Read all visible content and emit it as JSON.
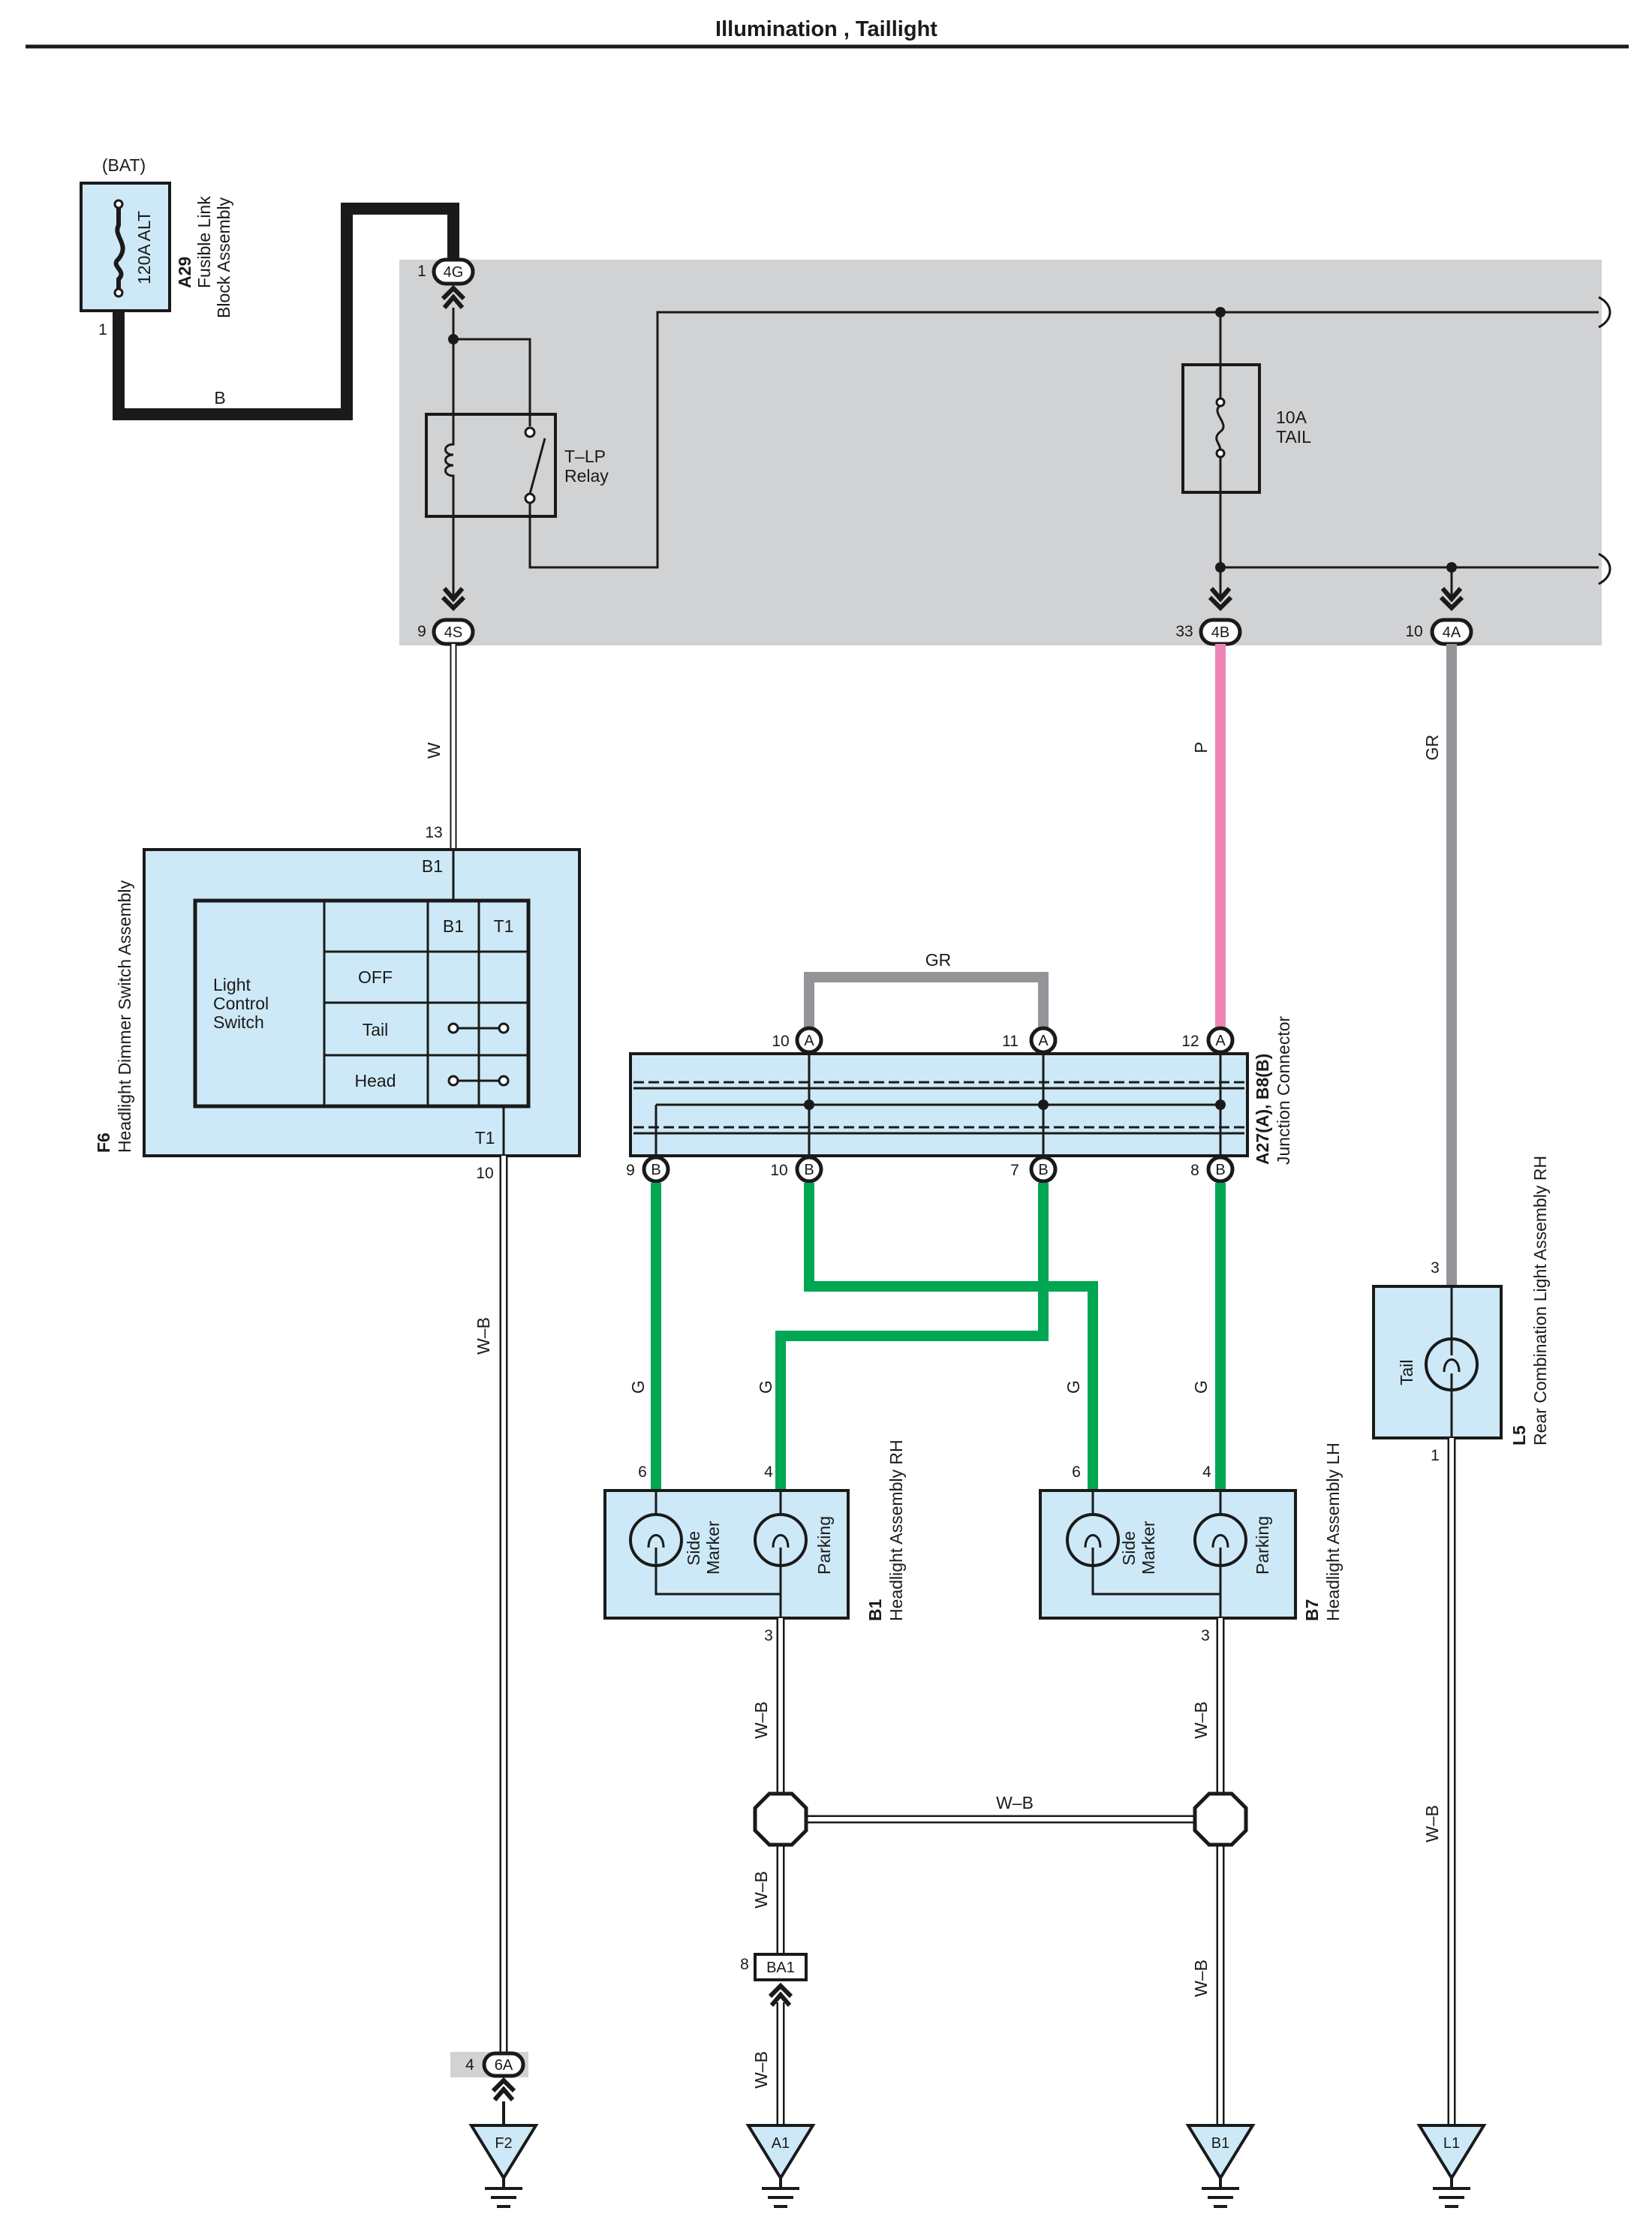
{
  "page": {
    "title": "Illumination , Taillight"
  },
  "colors": {
    "box_fill": "#cde9f7",
    "relay_block": "#d1d2d4",
    "wire_black": "#1a1a1a",
    "wire_pink": "#ef84b6",
    "wire_gray": "#939598",
    "wire_green": "#00a651",
    "wire_white": "#ffffff"
  },
  "fusible_link": {
    "source": "(BAT)",
    "rating": "120A ALT",
    "code": "A29",
    "name_line1": "Fusible Link",
    "name_line2": "Block Assembly",
    "pin": "1"
  },
  "relay_block": {
    "relay_name": "T–LP",
    "relay_word": "Relay",
    "fuse_rating": "10A",
    "fuse_name": "TAIL",
    "connectors": [
      {
        "pin": "1",
        "id": "4G"
      },
      {
        "pin": "9",
        "id": "4S"
      },
      {
        "pin": "33",
        "id": "4B"
      },
      {
        "pin": "10",
        "id": "4A"
      }
    ]
  },
  "wires": {
    "b": "B",
    "w": "W",
    "p": "P",
    "gr": "GR",
    "gr_loop": "GR",
    "g": "G",
    "wb": "W–B"
  },
  "dimmer_switch": {
    "code": "F6",
    "name": "Headlight Dimmer Switch Assembly",
    "pin_top": "13",
    "term_top": "B1",
    "pin_bottom": "10",
    "term_bottom": "T1",
    "switch_line1": "Light",
    "switch_line2": "Control",
    "switch_line3": "Switch",
    "col_b1": "B1",
    "col_t1": "T1",
    "row_off": "OFF",
    "row_tail": "Tail",
    "row_head": "Head"
  },
  "junction": {
    "code": "A27(A), B8(B)",
    "name": "Junction Connector",
    "letter_a": "A",
    "letter_b": "B",
    "top_pins": [
      "10",
      "11",
      "12"
    ],
    "bottom_pins": [
      "9",
      "10",
      "7",
      "8"
    ]
  },
  "headlight_rh": {
    "code": "B1",
    "name": "Headlight Assembly RH",
    "pin_left": "6",
    "pin_right": "4",
    "pin_bottom": "3",
    "side1": "Side",
    "side2": "Marker",
    "parking": "Parking"
  },
  "headlight_lh": {
    "code": "B7",
    "name": "Headlight Assembly LH",
    "pin_left": "6",
    "pin_right": "4",
    "pin_bottom": "3",
    "side1": "Side",
    "side2": "Marker",
    "parking": "Parking"
  },
  "rear_light": {
    "code": "L5",
    "name": "Rear Combination Light Assembly RH",
    "pin_top": "3",
    "pin_bottom": "1",
    "bulb": "Tail"
  },
  "connector_ba1": {
    "pin": "8",
    "id": "BA1"
  },
  "connector_6a": {
    "pin": "4",
    "id": "6A"
  },
  "grounds": [
    "F2",
    "A1",
    "B1",
    "L1"
  ]
}
